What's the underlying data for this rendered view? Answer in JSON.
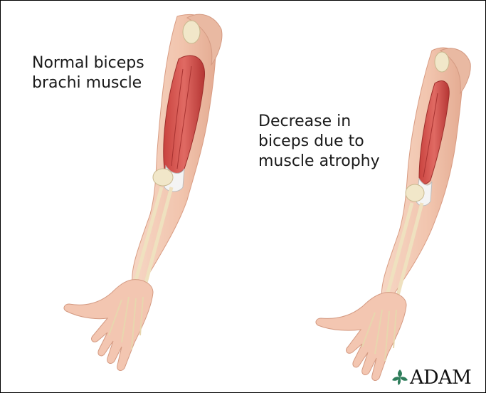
{
  "labels": {
    "normal": "Normal biceps\nbrachi muscle",
    "atrophy": "Decrease in\nbiceps due to\nmuscle atrophy"
  },
  "logo": {
    "text": "ADAM",
    "mark_icon": "adam-leaf-icon",
    "mark_color": "#2e7d5b"
  },
  "colors": {
    "skin": "#f3c9b4",
    "skin_shade": "#e0a890",
    "muscle": "#d9534f",
    "muscle_dark": "#b83a38",
    "bone": "#f1e7c9",
    "tendon": "#f4f4f4"
  }
}
